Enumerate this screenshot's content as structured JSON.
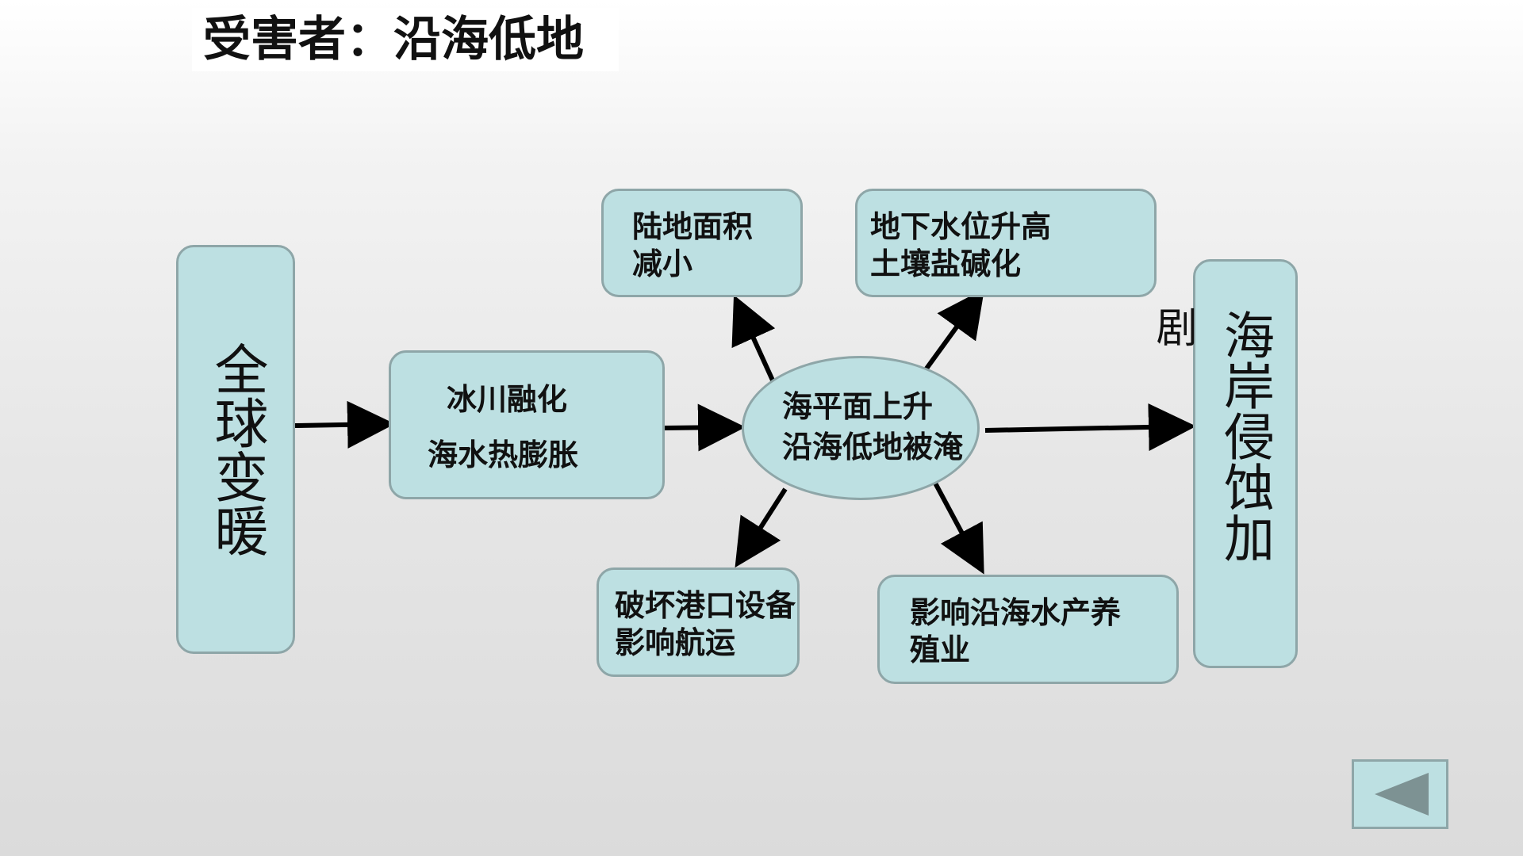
{
  "slide": {
    "title": "受害者：沿海低地"
  },
  "nodes": {
    "global_warming": "全球变暖",
    "glacier": [
      "冰川融化",
      "海水热膨胀"
    ],
    "sea_level": [
      "海平面上升",
      "沿海低地被淹"
    ],
    "land_area": [
      "陆地面积",
      "减小"
    ],
    "groundwater": [
      "地下水位升高",
      "土壤盐碱化"
    ],
    "port": [
      "破坏港口设备",
      "影响航运"
    ],
    "aquaculture": [
      "影响沿海水产养",
      "殖业"
    ],
    "erosion_main": "海岸侵蚀加",
    "erosion_tail": "剧"
  },
  "colors": {
    "box_fill": "#bde0e2",
    "box_border": "#8ea6a8",
    "arrow": "#000000"
  },
  "icons": {
    "back": "left-triangle-icon"
  }
}
